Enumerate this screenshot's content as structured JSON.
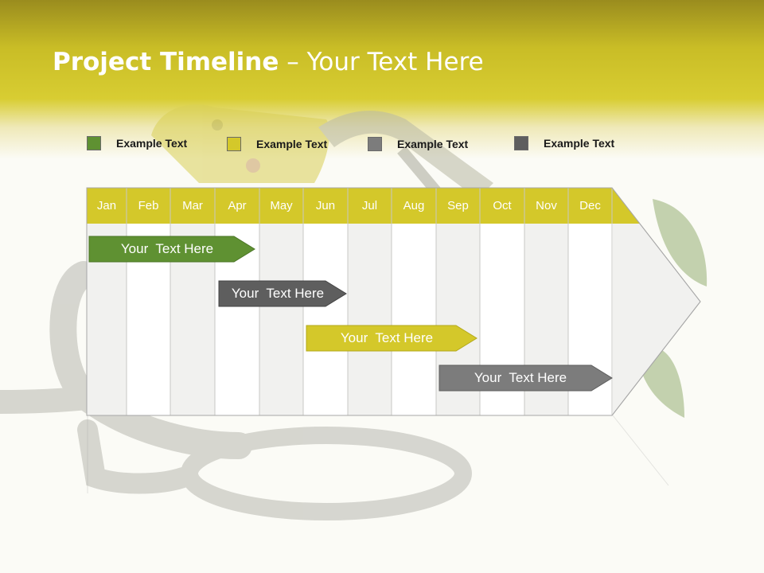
{
  "title": {
    "bold": "Project Timeline",
    "rest": " – Your Text Here"
  },
  "colors": {
    "accent": "#d4c82a",
    "green": "#5f9132",
    "dark_gray": "#5e5e5e",
    "gray": "#7c7c7c",
    "white": "#ffffff"
  },
  "legend": [
    {
      "label": "Example Text",
      "color": "#5f9132"
    },
    {
      "label": "Example Text",
      "color": "#d4c82a"
    },
    {
      "label": "Example Text",
      "color": "#7c7c7c"
    },
    {
      "label": "Example Text",
      "color": "#5e5e5e"
    }
  ],
  "months": [
    "Jan",
    "Feb",
    "Mar",
    "Apr",
    "May",
    "Jun",
    "Jul",
    "Aug",
    "Sep",
    "Oct",
    "Nov",
    "Dec"
  ],
  "bars": [
    {
      "label": "Your  Text Here",
      "color": "#5f9132"
    },
    {
      "label": "Your  Text Here",
      "color": "#5e5e5e"
    },
    {
      "label": "Your  Text Here",
      "color": "#d4c82a"
    },
    {
      "label": "Your  Text Here",
      "color": "#7c7c7c"
    }
  ]
}
